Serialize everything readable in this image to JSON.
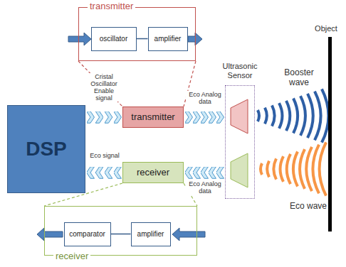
{
  "diagram": {
    "nodes": [
      {
        "text": [
          "transmitter"
        ]
      },
      {
        "text": [
          "oscillator"
        ],
        "in": 0
      },
      {
        "text": [
          "amplifier"
        ],
        "in": 0
      },
      {
        "text": [
          "DSP"
        ]
      },
      {
        "text": [
          "transmitter"
        ]
      },
      {
        "text": [
          "receiver"
        ]
      },
      {
        "text": [
          "Ultrasonic Sensor"
        ]
      },
      {
        "text": [
          "receiver"
        ]
      },
      {
        "text": [
          "comparator"
        ],
        "in": 7
      },
      {
        "text": [
          "amplifier"
        ],
        "in": 7
      }
    ],
    "edges": [
      {
        "from": 1,
        "to": 2,
        "arrow": "none"
      },
      {
        "from": 9,
        "to": 8,
        "arrow": "none"
      },
      {
        "from": 3,
        "to": 4,
        "label": "Cristal Oscillator Enable signal",
        "arrow": "to"
      },
      {
        "from": 4,
        "to": 6,
        "label": "Eco Analog data",
        "arrow": "to"
      },
      {
        "from": 6,
        "to": 5,
        "label": "Eco Analog data",
        "arrow": "to"
      },
      {
        "from": 5,
        "to": 3,
        "label": "Eco signal",
        "arrow": "to"
      },
      {
        "from": 0,
        "to": 4,
        "arrow": "none"
      },
      {
        "from": 0,
        "to": 4,
        "arrow": "none"
      },
      {
        "from": 5,
        "to": 7,
        "arrow": "none"
      },
      {
        "from": 5,
        "to": 7,
        "arrow": "none"
      }
    ],
    "labels": [
      "Booster wave",
      "Eco wave",
      "Object"
    ]
  }
}
